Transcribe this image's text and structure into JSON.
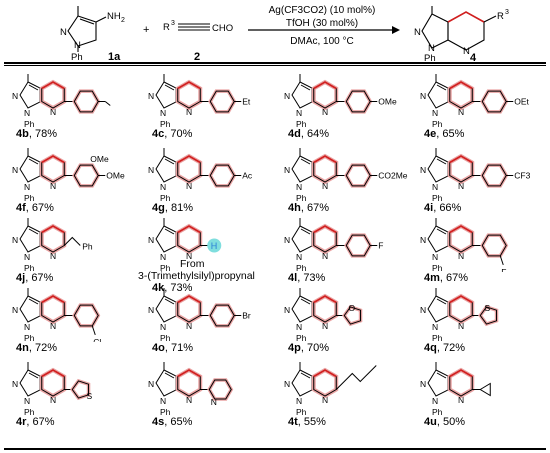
{
  "reaction": {
    "reactant1_label": "1a",
    "reactant2_label": "2",
    "product_label": "4",
    "amine": "NH",
    "amine_sub": "2",
    "r_group": "R",
    "r_sup": "3",
    "cho": "CHO",
    "plus": "+",
    "cond_line1": "Ag(CF3CO2) (10 mol%)",
    "cond_line2": "TfOH (30 mol%)",
    "cond_line3": "DMAc, 100 °C",
    "atom_N": "N",
    "atom_Ph": "Ph"
  },
  "products": [
    {
      "id": "4b",
      "yield": "78%",
      "sub": "p-tolyl"
    },
    {
      "id": "4c",
      "yield": "70%",
      "sub": "Et",
      "sub_label": "Et"
    },
    {
      "id": "4d",
      "yield": "64%",
      "sub": "OMe",
      "sub_label": "OMe"
    },
    {
      "id": "4e",
      "yield": "65%",
      "sub": "OEt",
      "sub_label": "OEt"
    },
    {
      "id": "4f",
      "yield": "67%",
      "sub": "di-OMe",
      "sub_label": "OMe",
      "sub_label2": "OMe"
    },
    {
      "id": "4g",
      "yield": "81%",
      "sub": "Ac",
      "sub_label": "Ac"
    },
    {
      "id": "4h",
      "yield": "67%",
      "sub": "CO2Me",
      "sub_label": "CO2Me"
    },
    {
      "id": "4i",
      "yield": "66%",
      "sub": "CF3",
      "sub_label": "CF3"
    },
    {
      "id": "4j",
      "yield": "67%",
      "sub": "benzyl",
      "sub_label": "Ph"
    },
    {
      "id": "4k",
      "yield": "73%",
      "sub": "H",
      "sub_label": "H",
      "note1": "From",
      "note2": "3-(Trimethylsilyl)propynal"
    },
    {
      "id": "4l",
      "yield": "73%",
      "sub": "F",
      "sub_label": "F"
    },
    {
      "id": "4m",
      "yield": "67%",
      "sub": "m-F",
      "sub_label": "F"
    },
    {
      "id": "4n",
      "yield": "72%",
      "sub": "m-Cl",
      "sub_label": "Cl"
    },
    {
      "id": "4o",
      "yield": "71%",
      "sub": "Br",
      "sub_label": "Br"
    },
    {
      "id": "4p",
      "yield": "70%",
      "sub": "2-furyl",
      "sub_label": "O"
    },
    {
      "id": "4q",
      "yield": "72%",
      "sub": "2-thienyl",
      "sub_label": "S"
    },
    {
      "id": "4r",
      "yield": "67%",
      "sub": "3-thienyl",
      "sub_label": "S"
    },
    {
      "id": "4s",
      "yield": "65%",
      "sub": "2-pyridyl",
      "sub_label": "N"
    },
    {
      "id": "4t",
      "yield": "55%",
      "sub": "n-pentyl"
    },
    {
      "id": "4u",
      "yield": "50%",
      "sub": "cyclopropyl"
    }
  ],
  "colors": {
    "highlight": "#e9a4a4",
    "bond": "#000000",
    "new_bond": "#d21f1f",
    "h_circle": "#7fdede",
    "h_text": "#2a7fd6"
  }
}
